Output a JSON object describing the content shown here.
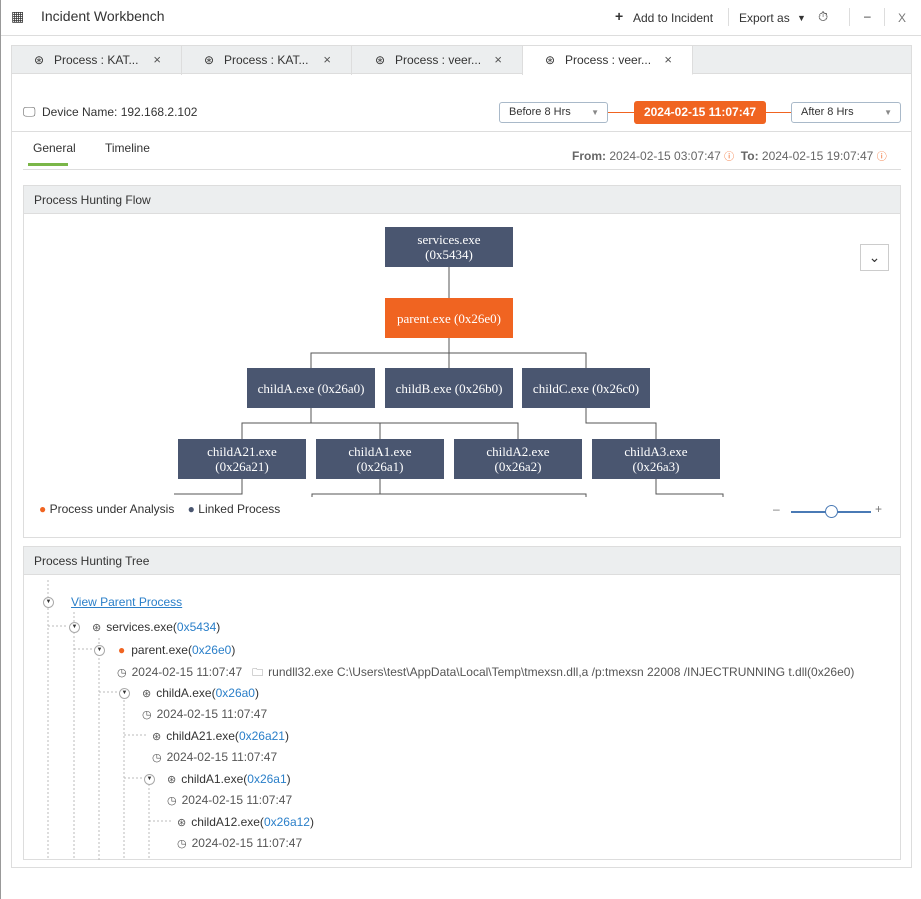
{
  "app": {
    "title": "Incident Workbench",
    "add_to_incident": "Add to Incident",
    "export_as": "Export as",
    "minimize": "–",
    "close": "X"
  },
  "tabs": [
    {
      "label": "Process : KAT..."
    },
    {
      "label": "Process : KAT..."
    },
    {
      "label": "Process : veer..."
    },
    {
      "label": "Process : veer...",
      "active": true
    }
  ],
  "device": {
    "label": "Device Name: 192.168.2.102"
  },
  "time": {
    "before": "Before 8 Hrs",
    "current": "2024-02-15 11:07:47",
    "after": "After 8 Hrs",
    "from_label": "From:",
    "from": "2024-02-15 03:07:47",
    "to_label": "To:",
    "to": "2024-02-15 19:07:47"
  },
  "subtabs": [
    {
      "label": "General",
      "active": true
    },
    {
      "label": "Timeline"
    }
  ],
  "flow": {
    "title": "Process Hunting Flow",
    "nodes": [
      {
        "l1": "services.exe",
        "l2": "(0x5434)"
      },
      {
        "l1": "parent.exe (0x26e0)",
        "l2": ""
      },
      {
        "l1": "childA.exe (0x26a0)",
        "l2": ""
      },
      {
        "l1": "childB.exe (0x26b0)",
        "l2": ""
      },
      {
        "l1": "childC.exe (0x26c0)",
        "l2": ""
      },
      {
        "l1": "childA21.exe",
        "l2": "(0x26a21)"
      },
      {
        "l1": "childA1.exe",
        "l2": "(0x26a1)"
      },
      {
        "l1": "childA2.exe",
        "l2": "(0x26a2)"
      },
      {
        "l1": "childA3.exe",
        "l2": "(0x26a3)"
      }
    ],
    "legend": [
      {
        "label": "Process under Analysis",
        "color": "#f06421"
      },
      {
        "label": "Linked Process",
        "color": "#4a5670"
      }
    ],
    "zoom": {
      "minus": "–",
      "plus": "+",
      "level": 0.5
    }
  },
  "tree": {
    "title": "Process Hunting Tree",
    "view_parent": "View Parent Process",
    "items": [
      {
        "name": "services.exe(",
        "pid": "0x5434",
        "close": ")"
      },
      {
        "name": "parent.exe(",
        "pid": "0x26e0",
        "close": ")",
        "time": "2024-02-15 11:07:47",
        "cmd": "rundll32.exe C:\\Users\\test\\AppData\\Local\\Temp\\tmexsn.dll,a /p:tmexsn 22008 /INJECTRUNNING t.dll(0x26e0)"
      },
      {
        "name": "childA.exe(",
        "pid": "0x26a0",
        "close": ")",
        "time": "2024-02-15 11:07:47"
      },
      {
        "name": "childA21.exe(",
        "pid": "0x26a21",
        "close": ")",
        "time": "2024-02-15 11:07:47"
      },
      {
        "name": "childA1.exe(",
        "pid": "0x26a1",
        "close": ")",
        "time": "2024-02-15 11:07:47"
      },
      {
        "name": "childA12.exe(",
        "pid": "0x26a12",
        "close": ")",
        "time": "2024-02-15 11:07:47"
      }
    ]
  }
}
